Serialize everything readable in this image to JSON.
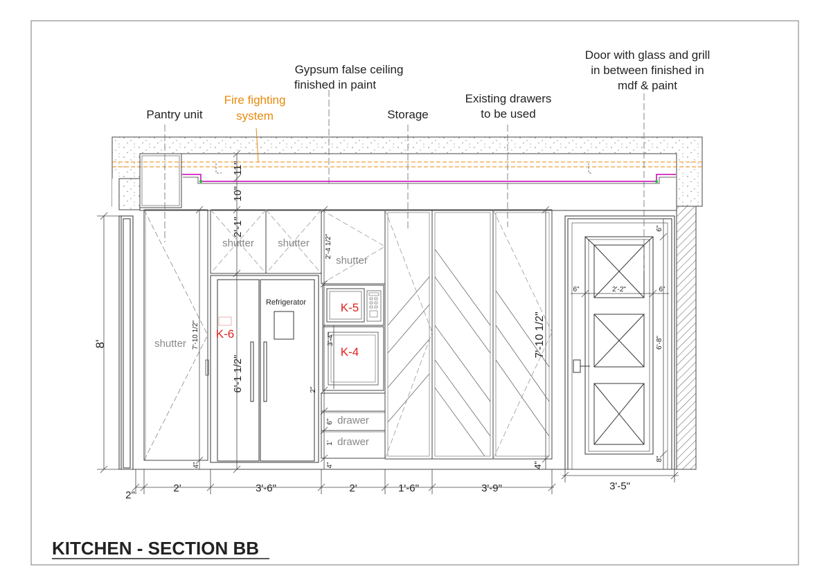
{
  "drawing_title": "KITCHEN - SECTION BB",
  "colors": {
    "line": "#333333",
    "annotation_orange": "#e8890c",
    "tag_red": "#e0201c",
    "pink_profile": "#d63cc8",
    "shutter_text": "#888888",
    "green_node": "#2fb34a"
  },
  "callouts": {
    "pantry": "Pantry unit",
    "fire_1": "Fire fighting",
    "fire_2": "system",
    "gypsum_1": "Gypsum false ceiling",
    "gypsum_2": "finished in paint",
    "storage": "Storage",
    "drawers_1": "Existing drawers",
    "drawers_2": "to be used",
    "door_1": "Door with glass and grill",
    "door_2": "in between finished in",
    "door_3": "mdf & paint"
  },
  "labels": {
    "shutter_tall": "shutter",
    "shutter_top_1": "shutter",
    "shutter_top_2": "shutter",
    "shutter_right": "shutter",
    "refrigerator": "Refrigerator",
    "drawer_1": "drawer",
    "drawer_2": "drawer"
  },
  "tags": {
    "k6": "K-6",
    "k5": "K-5",
    "k4": "K-4"
  },
  "dimensions": {
    "bottom": [
      "2\"",
      "2'",
      "3'-6\"",
      "2'",
      "1'-6\"",
      "3'-9\"",
      "3'-5\""
    ],
    "height_overall": "8'",
    "d_11": "11\"",
    "d_10": "10\"",
    "d_2_1": "2'-1\"",
    "d_7_10h_left": "7'-10 1/2\"",
    "d_6_1h": "6'-1 1/2\"",
    "d_2_4h": "2'-4 1/2\"",
    "d_3_4": "3'-4\"",
    "d_2in": "2\"",
    "d_6in": "6\"",
    "d_1ft": "1'",
    "d_4in_a": "4\"",
    "d_4in_b": "4\"",
    "d_4in_c": "4\"",
    "d_7_10h_right": "7'-10 1/2\"",
    "door_6_left": "6\"",
    "door_2_2": "2'-2\"",
    "door_6_right": "6\"",
    "door_6_top": "6\"",
    "door_6_8": "6'-8\"",
    "door_8": "8\""
  }
}
